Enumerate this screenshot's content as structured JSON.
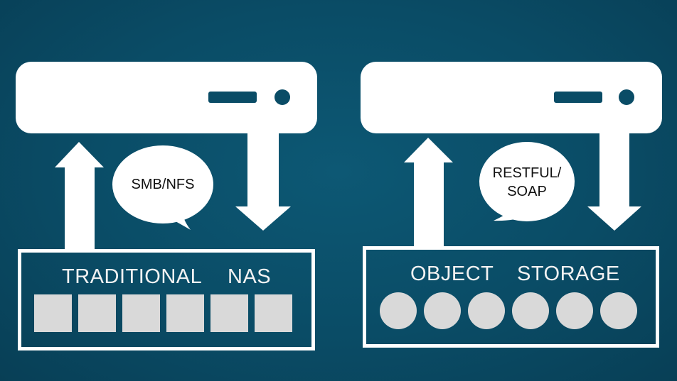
{
  "colors": {
    "background": "#0a4c66",
    "shape_fill": "#ffffff",
    "slot_fill": "#d9d9d9",
    "accent_dark": "#0a4c66"
  },
  "left_panel": {
    "bubble_text": "SMB/NFS",
    "title_word_1": "TRADITIONAL",
    "title_word_2": "NAS",
    "unit_shape": "square",
    "unit_count": 6
  },
  "right_panel": {
    "bubble_line_1": "RESTFUL/",
    "bubble_line_2": "SOAP",
    "title_word_1": "OBJECT",
    "title_word_2": "STORAGE",
    "unit_shape": "circle",
    "unit_count": 6
  },
  "icons": {
    "server": "server-icon",
    "up_arrow": "up-arrow-icon",
    "down_arrow": "down-arrow-icon",
    "speech_bubble": "speech-bubble-icon"
  }
}
